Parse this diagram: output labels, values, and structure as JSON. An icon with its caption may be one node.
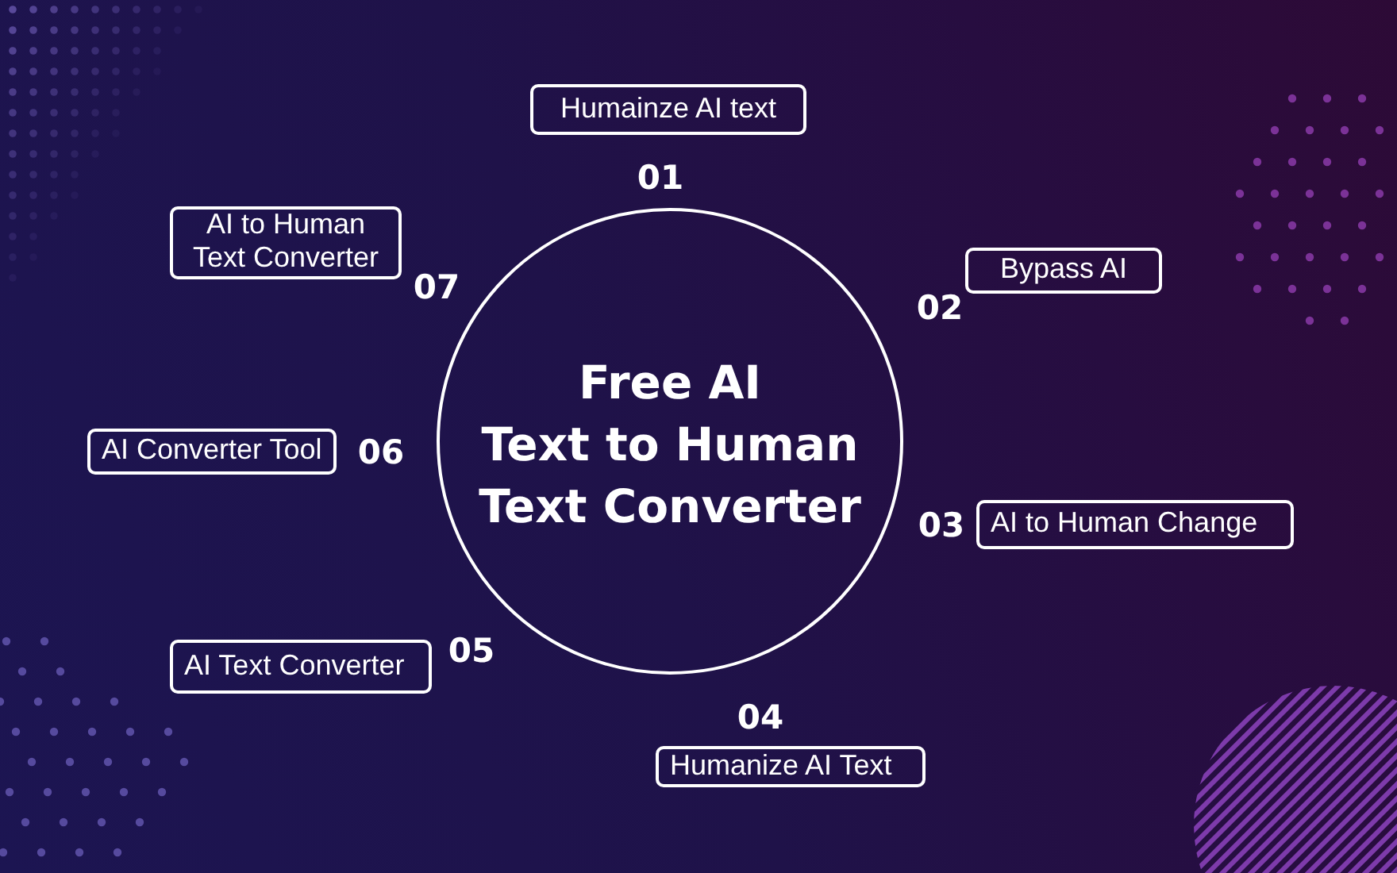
{
  "diagram": {
    "nodes": [
      {
        "text": [
          "Free AI Text to Human Text Converter"
        ]
      },
      {
        "text": [
          "Humainze AI text"
        ],
        "beside": [
          "01"
        ]
      },
      {
        "text": [
          "Bypass AI"
        ],
        "beside": [
          "02"
        ]
      },
      {
        "text": [
          "AI to Human Change"
        ],
        "beside": [
          "03"
        ]
      },
      {
        "text": [
          "Humanize AI Text"
        ],
        "beside": [
          "04"
        ]
      },
      {
        "text": [
          "AI Text Converter"
        ],
        "beside": [
          "05"
        ]
      },
      {
        "text": [
          "AI Converter Tool"
        ],
        "beside": [
          "06"
        ]
      },
      {
        "text": [
          "AI to Human Text Converter"
        ],
        "beside": [
          "07"
        ]
      }
    ]
  }
}
